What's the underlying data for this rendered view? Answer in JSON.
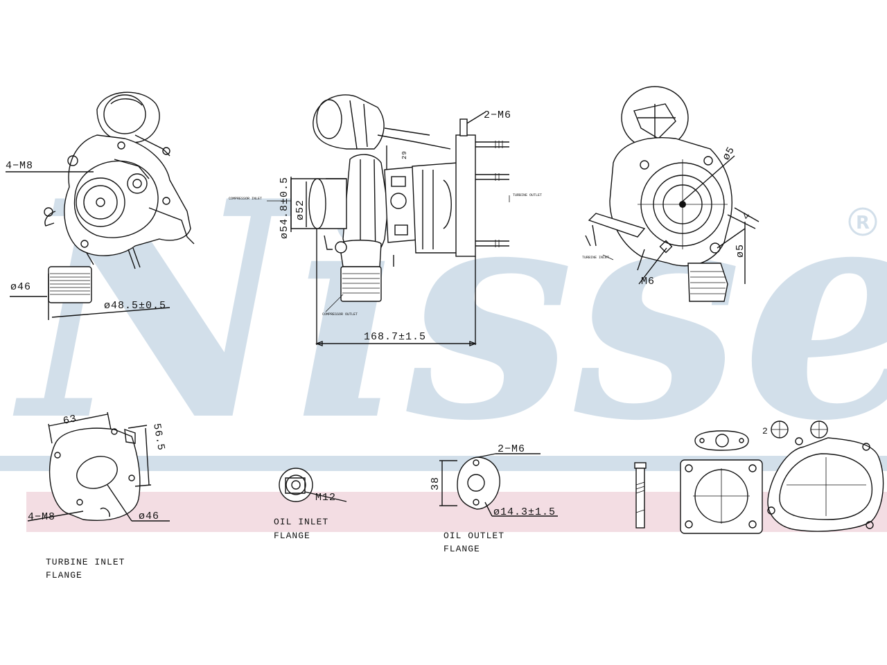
{
  "brand": {
    "watermark": "Nissens",
    "registered": "®",
    "watermark_color": "#d2dfea",
    "band_blue": "#d2dfea",
    "band_pink": "#f3dde3"
  },
  "views": {
    "left": {
      "bolts_label": "4−M8",
      "d1_label": "ø46",
      "d2_label": "ø48.5±0.5"
    },
    "center": {
      "studs_label": "2−M6",
      "outer_dia_label": "ø54.8±0.5",
      "inner_dia_label": "ø52",
      "length_label": "168.7±1.5",
      "small_a_label": "29",
      "compressor_inlet_note": "COMPRESSOR INLET",
      "turbine_outlet_note": "TURBINE OUTLET",
      "compressor_outlet_note": "COMPRESSOR OUTLET"
    },
    "right": {
      "angle_a_label": "ø5",
      "angle_b_label": "4",
      "dim_c_label": "ø5",
      "thread_label": "M6",
      "note": "TURBINE INLET"
    }
  },
  "flanges": {
    "turbine_inlet": {
      "width_label": "63",
      "height_label": "56.5",
      "bolts_label": "4−M8",
      "dia_label": "ø46",
      "caption_line1": "TURBINE INLET",
      "caption_line2": "FLANGE"
    },
    "oil_inlet": {
      "thread_label": "M12",
      "caption_line1": "OIL INLET",
      "caption_line2": "FLANGE"
    },
    "oil_outlet": {
      "studs_label": "2−M6",
      "height_label": "38",
      "dia_label": "ø14.3±1.5",
      "caption_line1": "OIL OUTLET",
      "caption_line2": "FLANGE"
    },
    "gasket_kit": {
      "count_label": "2"
    }
  }
}
